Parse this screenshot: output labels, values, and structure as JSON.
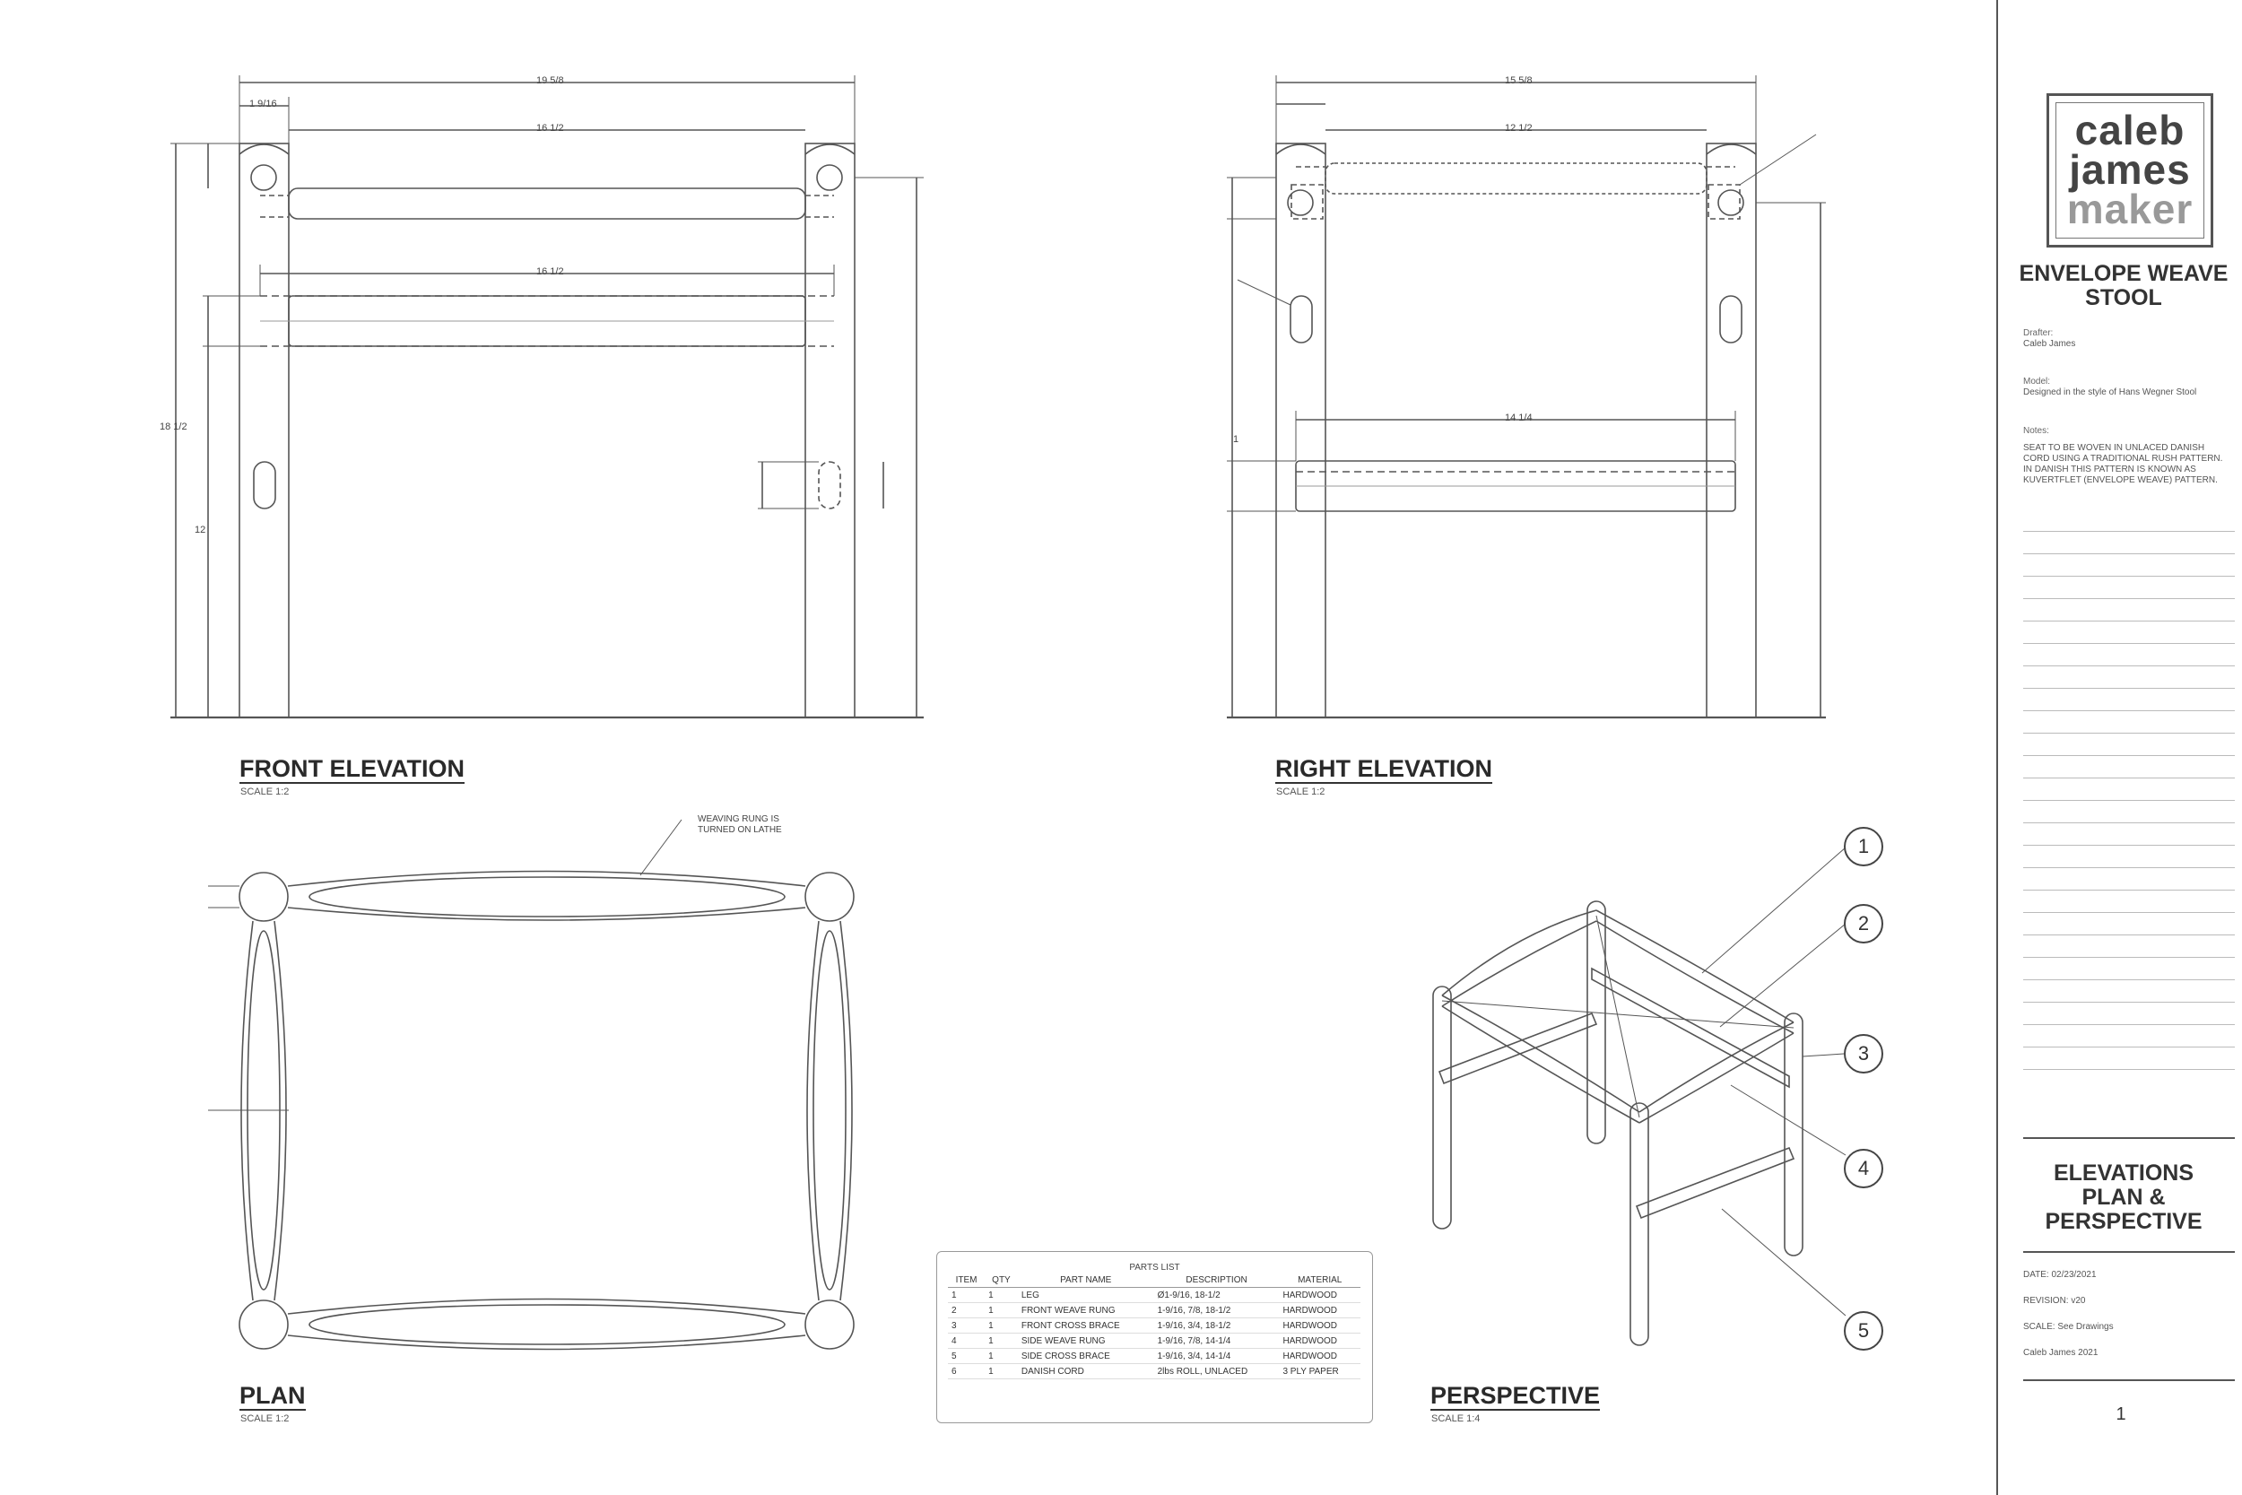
{
  "views": {
    "front": {
      "title": "FRONT ELEVATION",
      "scale": "SCALE 1:2"
    },
    "right": {
      "title": "RIGHT ELEVATION",
      "scale": "SCALE 1:2"
    },
    "plan": {
      "title": "PLAN",
      "scale": "SCALE 1:2"
    },
    "perspective": {
      "title": "PERSPECTIVE",
      "scale": "SCALE 1:4"
    }
  },
  "plan_note": "WEAVING RUNG IS TURNED ON LATHE",
  "front_dims": {
    "overall_width": "19 5/8",
    "rung_span": "16 1/2",
    "brace_span": "16 1/2",
    "leg_dia": "1 9/16",
    "height_total": "18 1/2",
    "lower": "12"
  },
  "right_dims": {
    "overall_width": "15 5/8",
    "rung_span": "12 1/2",
    "brace_span": "14 1/4",
    "left_small": "1"
  },
  "balloons": [
    "1",
    "2",
    "3",
    "4",
    "5"
  ],
  "parts_list": {
    "caption": "PARTS LIST",
    "headers": [
      "ITEM",
      "QTY",
      "PART NAME",
      "DESCRIPTION",
      "MATERIAL"
    ],
    "rows": [
      [
        "1",
        "1",
        "LEG",
        "Ø1-9/16, 18-1/2",
        "HARDWOOD"
      ],
      [
        "2",
        "1",
        "FRONT WEAVE RUNG",
        "1-9/16, 7/8, 18-1/2",
        "HARDWOOD"
      ],
      [
        "3",
        "1",
        "FRONT CROSS BRACE",
        "1-9/16, 3/4, 18-1/2",
        "HARDWOOD"
      ],
      [
        "4",
        "1",
        "SIDE WEAVE RUNG",
        "1-9/16, 7/8, 14-1/4",
        "HARDWOOD"
      ],
      [
        "5",
        "1",
        "SIDE CROSS BRACE",
        "1-9/16, 3/4, 14-1/4",
        "HARDWOOD"
      ],
      [
        "6",
        "1",
        "DANISH CORD",
        "2lbs ROLL, UNLACED",
        "3 PLY PAPER"
      ]
    ]
  },
  "title_block": {
    "logo": [
      "caleb",
      "james",
      "maker"
    ],
    "project": "ENVELOPE WEAVE STOOL",
    "drafter_label": "Drafter:",
    "drafter": "Caleb James",
    "model_label": "Model:",
    "model": "Designed in the style of Hans Wegner Stool",
    "notes_label": "Notes:",
    "notes": "SEAT TO BE WOVEN IN UNLACED DANISH CORD USING A TRADITIONAL RUSH PATTERN. IN DANISH THIS PATTERN IS KNOWN AS KUVERTFLET (ENVELOPE WEAVE) PATTERN.",
    "sheet_title": "ELEVATIONS PLAN & PERSPECTIVE",
    "date": "DATE: 02/23/2021",
    "revision": "REVISION: v20",
    "scale": "SCALE: See Drawings",
    "copyright": "Caleb James 2021",
    "sheet_number": "1"
  }
}
